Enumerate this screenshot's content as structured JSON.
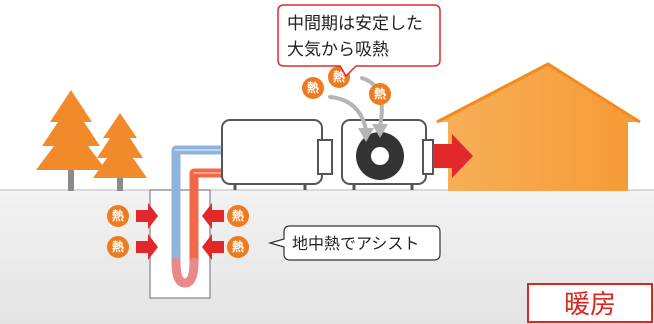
{
  "callout": {
    "line1": "中間期は安定した",
    "line2": "大気から吸熱"
  },
  "assist_label": "地中熱でアシスト",
  "heat_label": "熱",
  "mode_label": "暖房",
  "colors": {
    "sky": "#ffffff",
    "ground": "#ebebeb",
    "tree": "#f08a2a",
    "trunk": "#8a8a8a",
    "house": "#f7a94a",
    "hot_pipe": "#f0674a",
    "cold_pipe": "#8fb3dd",
    "arrow_red": "#e3282b",
    "heat_badge": "#ef7b1f",
    "mode_border": "#d8281f",
    "callout_border": "#e3282b"
  }
}
